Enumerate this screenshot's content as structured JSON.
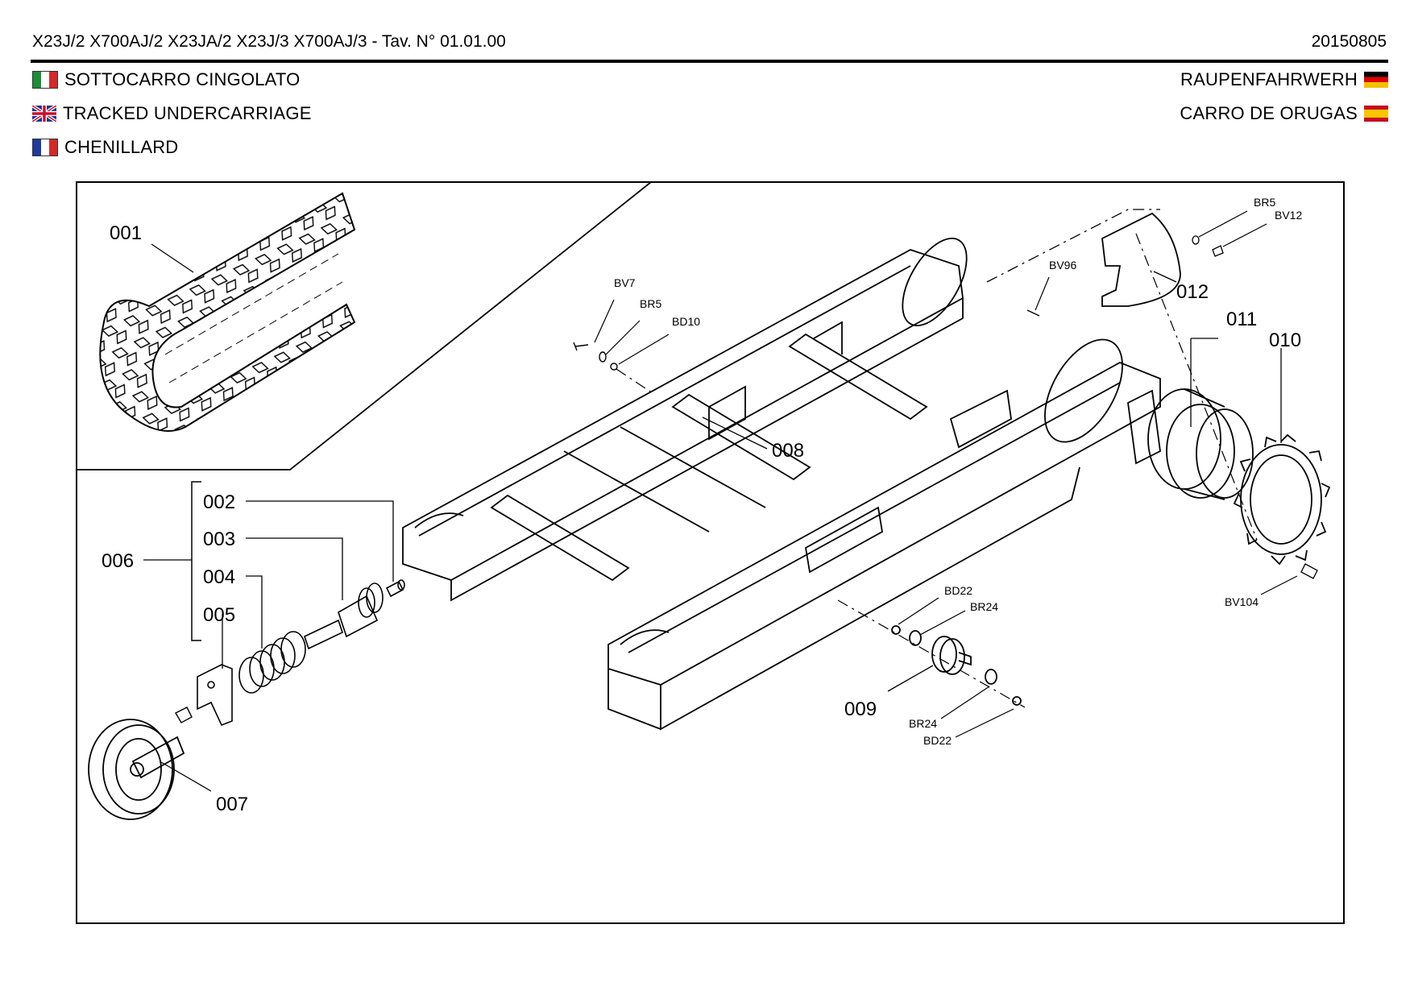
{
  "header": {
    "title": "X23J/2 X700AJ/2 X23JA/2 X23J/3 X700AJ/3 - Tav. N° 01.01.00",
    "date": "20150805"
  },
  "languages": {
    "it": "SOTTOCARRO CINGOLATO",
    "en": "TRACKED UNDERCARRIAGE",
    "fr": "CHENILLARD",
    "de": "RAUPENFAHRWERH",
    "es": "CARRO DE ORUGAS"
  },
  "flags": {
    "it": "flag-italy-icon",
    "en": "flag-uk-icon",
    "fr": "flag-france-icon",
    "de": "flag-germany-icon",
    "es": "flag-spain-icon"
  },
  "parts": {
    "p001": "001",
    "p002": "002",
    "p003": "003",
    "p004": "004",
    "p005": "005",
    "p006": "006",
    "p007": "007",
    "p008": "008",
    "p009": "009",
    "p010": "010",
    "p011": "011",
    "p012": "012"
  },
  "hardware": {
    "bv7": "BV7",
    "br5a": "BR5",
    "bd10": "BD10",
    "bv96": "BV96",
    "br5b": "BR5",
    "bv12": "BV12",
    "bv104": "BV104",
    "bd22a": "BD22",
    "br24a": "BR24",
    "br24b": "BR24",
    "bd22b": "BD22"
  }
}
